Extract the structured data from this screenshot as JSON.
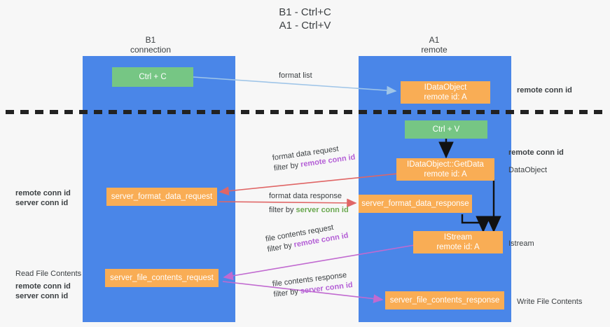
{
  "title": {
    "line1": "B1 - Ctrl+C",
    "line2": "A1 - Ctrl+V"
  },
  "columns": [
    {
      "name": "B1",
      "role": "connection"
    },
    {
      "name": "A1",
      "role": "remote"
    }
  ],
  "colors": {
    "lane": "#4a86e8",
    "green_box": "#76c684",
    "orange_box": "#f9ad55",
    "remote_conn_id": "#b45fd6",
    "server_conn_id": "#6aa84f",
    "arrow_format_list": "#9fc5e8",
    "arrow_ctrlv": "#000000",
    "arrow_format_data": "#e06666",
    "arrow_file_contents": "#c16ad0",
    "divider": "#222222",
    "text": "#3c4043"
  },
  "boxes": {
    "ctrl_c": {
      "label": "Ctrl + C"
    },
    "idataobject_top": {
      "line1": "IDataObject",
      "line2": "remote id: A"
    },
    "ctrl_v": {
      "label": "Ctrl + V"
    },
    "idataobject_getdata": {
      "line1": "IDataObject::GetData",
      "line2": "remote id: A"
    },
    "server_format_data_request": {
      "label": "server_format_data_request"
    },
    "server_format_data_response": {
      "label": "server_format_data_response"
    },
    "istream": {
      "line1": "IStream",
      "line2": "remote id: A"
    },
    "server_file_contents_request": {
      "label": "server_file_contents_request"
    },
    "server_file_contents_response": {
      "label": "server_file_contents_response"
    }
  },
  "edge_labels": {
    "format_list": "format list",
    "format_data_request": "format data request",
    "format_data_request_filter_prefix": "filter by ",
    "format_data_request_filter_key": "remote conn id",
    "format_data_response": "format data response",
    "format_data_response_filter_prefix": "filter by ",
    "format_data_response_filter_key": "server conn id",
    "file_contents_request": "file contents request",
    "file_contents_request_filter_prefix": "filter by ",
    "file_contents_request_filter_key": "remote conn id",
    "file_contents_response": "file contents response",
    "file_contents_response_filter_prefix": "filter by ",
    "file_contents_response_filter_key": "server conn id"
  },
  "right_annotations": {
    "top_remote_conn_id": "remote conn id",
    "mid_remote_conn_id": "remote conn id",
    "dataobject": "DataObject",
    "istream": "Istream",
    "write_file_contents": "Write File Contents"
  },
  "left_annotations": {
    "mid_remote_conn_id": "remote conn id",
    "mid_server_conn_id": "server conn id",
    "read_file_contents": "Read File Contents",
    "bot_remote_conn_id": "remote conn id",
    "bot_server_conn_id": "server conn id"
  }
}
